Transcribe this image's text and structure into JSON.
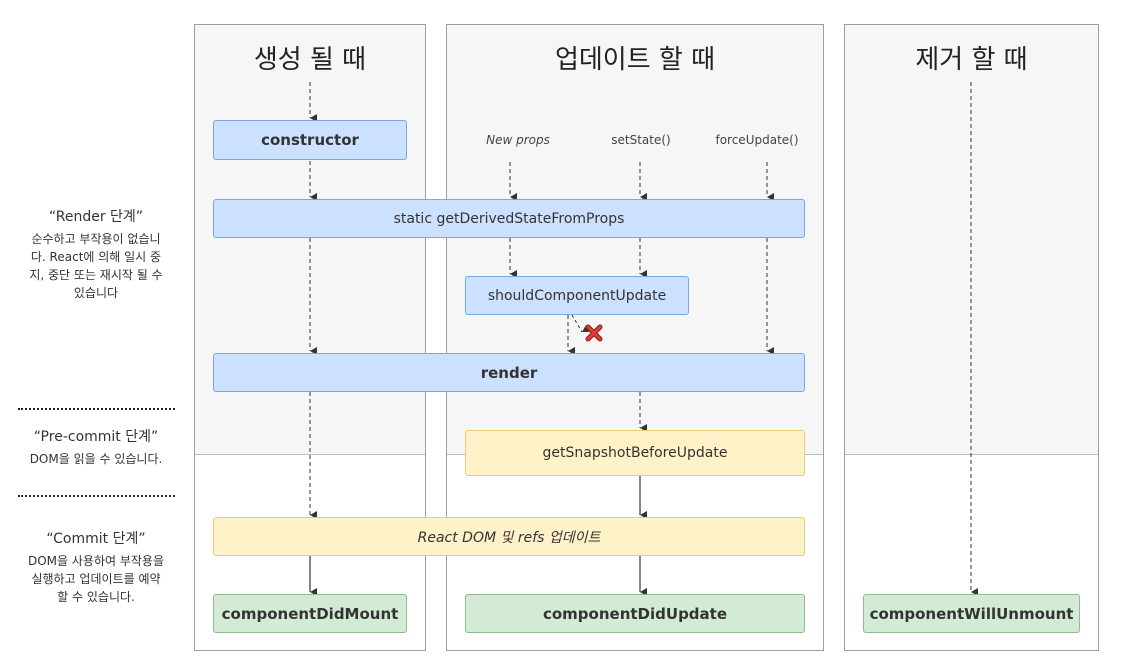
{
  "columns": {
    "mounting": {
      "title": "생성 될 때"
    },
    "updating": {
      "title": "업데이트 할 때"
    },
    "unmounting": {
      "title": "제거 할 때"
    }
  },
  "phases": {
    "render": {
      "title": "“Render 단계”",
      "desc": "순수하고 부작용이 없습니다. React에 의해 일시 중지, 중단 또는 재시작 될 수 있습니다"
    },
    "precommit": {
      "title": "“Pre-commit 단계”",
      "desc": "DOM을 읽을 수 있습니다."
    },
    "commit": {
      "title": "“Commit 단계”",
      "desc": "DOM을 사용하여 부작용을 실행하고 업데이트를 예약 할 수 있습니다."
    }
  },
  "triggers": {
    "new_props": "New props",
    "set_state": "setState()",
    "force_update": "forceUpdate()"
  },
  "methods": {
    "constructor": "constructor",
    "gdsfp": "static getDerivedStateFromProps",
    "scu": "shouldComponentUpdate",
    "render": "render",
    "gsbu": "getSnapshotBeforeUpdate",
    "react_dom_update": "React DOM 및 refs 업데이트",
    "did_mount": "componentDidMount",
    "did_update": "componentDidUpdate",
    "will_unmount": "componentWillUnmount"
  },
  "colors": {
    "render_phase": "#cce0ff",
    "precommit_phase": "#fff2c8",
    "commit_phase": "#d3ebd4",
    "cancel_mark": "#d32f2f"
  }
}
